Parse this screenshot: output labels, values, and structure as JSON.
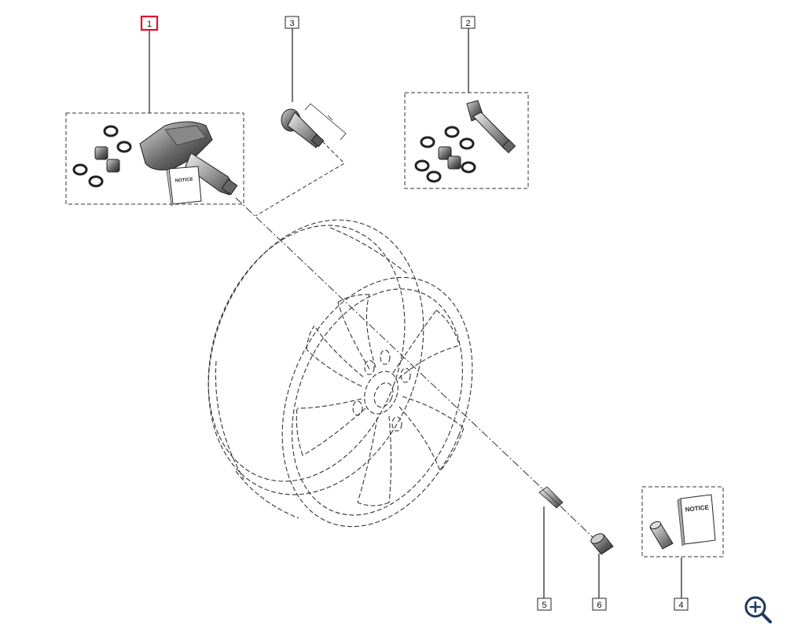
{
  "callouts": [
    {
      "id": "1",
      "label": "1",
      "selected": true
    },
    {
      "id": "2",
      "label": "2",
      "selected": false
    },
    {
      "id": "3",
      "label": "3",
      "selected": false
    },
    {
      "id": "4",
      "label": "4",
      "selected": false
    },
    {
      "id": "5",
      "label": "5",
      "selected": false
    },
    {
      "id": "6",
      "label": "6",
      "selected": false
    }
  ],
  "notice_labels": {
    "kit1": "NOTICE",
    "kit4": "NOTICE"
  },
  "colors": {
    "line": "#1a1a1a",
    "dashed": "#333333",
    "selected": "#e0102a",
    "zoom_icon": "#1e3a5f"
  },
  "icons": {
    "zoom": "zoom-in-icon"
  }
}
